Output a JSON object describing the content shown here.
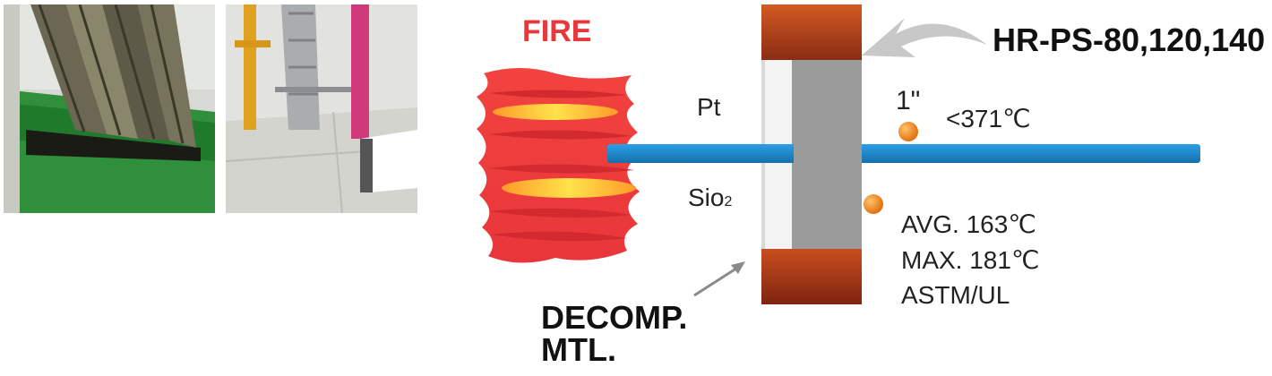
{
  "photos": [
    {
      "name": "cable-tray-fire-damage-photo"
    },
    {
      "name": "cable-tray-installation-photo"
    }
  ],
  "diagram": {
    "fire_label": "FIRE",
    "product_label": "HR-PS-80,120,140",
    "pipe_material_label": "Pt",
    "sio2_label_main": "Sio",
    "sio2_label_sub": "2",
    "thickness_label": "1\"",
    "limit_label": "<371℃",
    "readings": [
      "AVG. 163℃",
      "MAX. 181℃",
      "ASTM/UL"
    ],
    "decomp_lines": [
      "DECOMP.",
      "MTL."
    ]
  },
  "colors": {
    "fire_text": "#e8383c",
    "pipe": "#1d86c9",
    "board_outer": "#b8471f",
    "board_core": "#9a9a9a",
    "sensor": "#f07d12",
    "arrow": "#c8c8c8"
  }
}
